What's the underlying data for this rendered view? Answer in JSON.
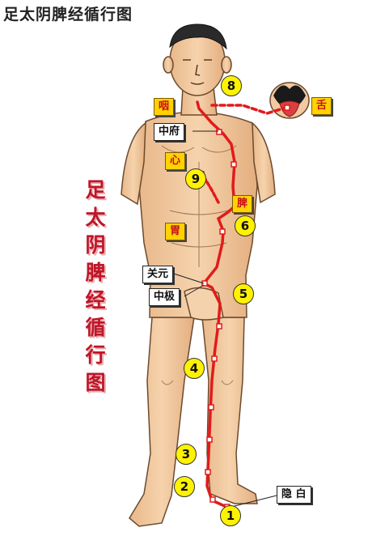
{
  "title": "足太阴脾经循行图",
  "vertical_title": [
    "足",
    "太",
    "阴",
    "脾",
    "经",
    "循",
    "行",
    "图"
  ],
  "labels": {
    "yan": "咽",
    "she": "舌",
    "zhongfu": "中府",
    "xin": "心",
    "pi": "脾",
    "wei": "胃",
    "guanyuan": "关元",
    "zhongji": "中极",
    "yinbai": "隐 白"
  },
  "route_numbers": [
    "1",
    "2",
    "3",
    "4",
    "5",
    "6",
    "8",
    "9"
  ],
  "colors": {
    "meridian": "#e11b1b",
    "skin": "#f2c9a0",
    "label_bg": "#ffd200",
    "number_bg": "#fff200",
    "title_red": "#c0152a"
  }
}
